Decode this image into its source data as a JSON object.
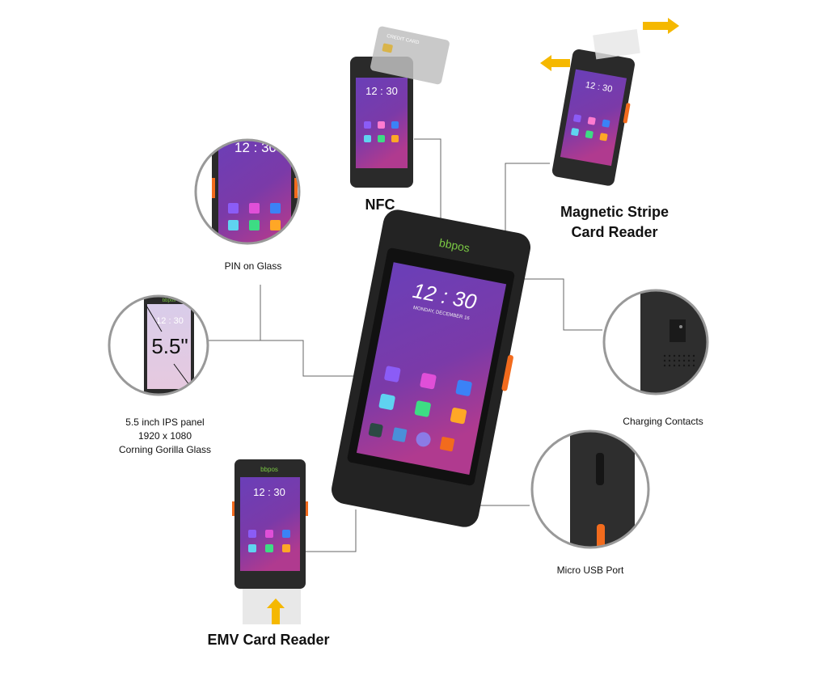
{
  "labels": {
    "nfc": "NFC",
    "magnetic_1": "Magnetic Stripe",
    "magnetic_2": "Card Reader",
    "pin": "PIN on Glass",
    "panel_1": "5.5 inch IPS panel",
    "panel_2": "1920 x 1080",
    "panel_3": "Corning Gorilla Glass",
    "charging": "Charging Contacts",
    "usb": "Micro USB Port",
    "emv": "EMV Card Reader"
  },
  "screen": {
    "time": "12 : 30",
    "date": "MONDAY, DECEMBER 16",
    "brand": "bbpos",
    "size_callout": "5.5\"",
    "card_text": "CREDIT CARD"
  },
  "colors": {
    "accent": "#f26b1d",
    "arrow": "#f5b800",
    "body": "#2a2a2a",
    "screen_top": "#6a3fb8",
    "screen_bottom": "#b03a8f",
    "line": "#666666",
    "brand_green": "#7ac943"
  }
}
